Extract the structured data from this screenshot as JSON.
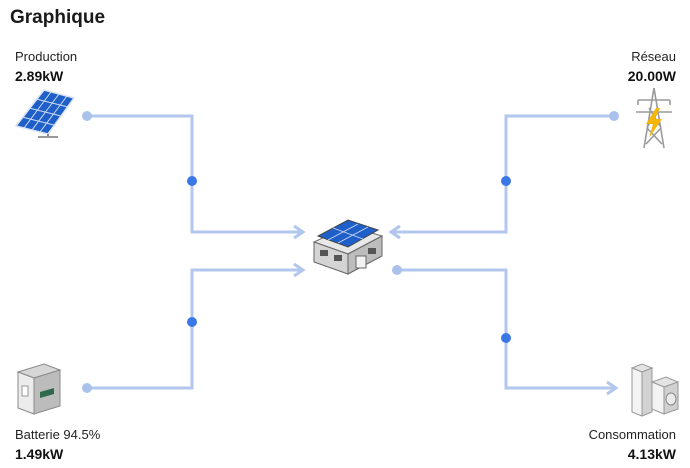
{
  "page": {
    "title": "Graphique"
  },
  "production": {
    "label": "Production",
    "value": "2.89kW",
    "icon": "solar-panel-icon"
  },
  "grid": {
    "label": "Réseau",
    "value": "20.00W",
    "icon": "power-pylon-icon"
  },
  "battery": {
    "label": "Batterie 94.5%",
    "value": "1.49kW",
    "icon": "battery-cabinet-icon"
  },
  "consumption": {
    "label": "Consommation",
    "value": "4.13kW",
    "icon": "appliances-icon"
  },
  "home": {
    "icon": "house-icon"
  },
  "colors": {
    "line": "#b3c7ee",
    "dot": "#3b78e7",
    "endpoint": "#aac2ea",
    "panel": "#1f5fc9",
    "bolt": "#f5b50a"
  }
}
